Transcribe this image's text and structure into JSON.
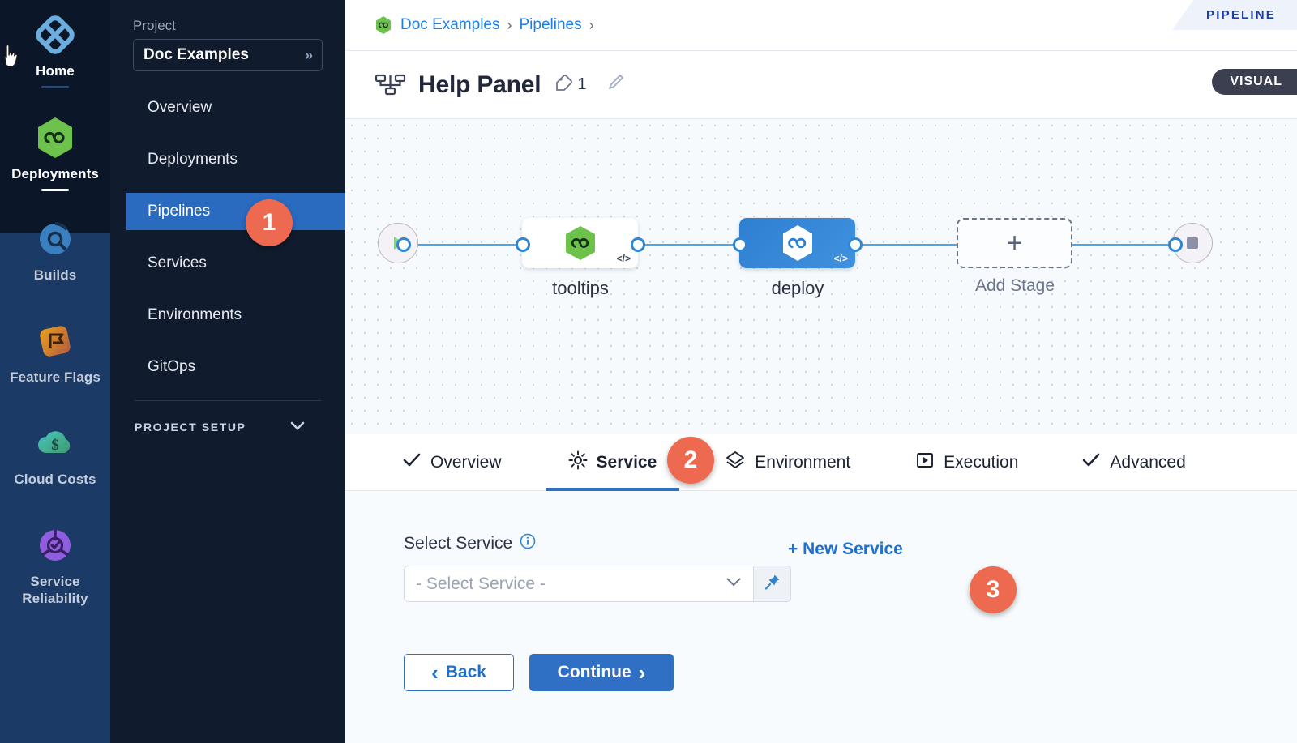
{
  "rail": {
    "items": [
      {
        "label": "Home",
        "icon": "home-diamond-icon",
        "active": true
      },
      {
        "label": "Deployments",
        "icon": "deployments-infinity-icon",
        "active": true
      },
      {
        "label": "Builds",
        "icon": "builds-icon",
        "active": false
      },
      {
        "label": "Feature Flags",
        "icon": "feature-flags-icon",
        "active": false
      },
      {
        "label": "Cloud Costs",
        "icon": "cloud-costs-icon",
        "active": false
      },
      {
        "label": "Service Reliability",
        "icon": "service-reliability-icon",
        "active": false
      }
    ]
  },
  "sidebar": {
    "project_caption": "Project",
    "project_name": "Doc Examples",
    "project_chevron": "»",
    "items": [
      {
        "label": "Overview",
        "active": false
      },
      {
        "label": "Deployments",
        "active": false
      },
      {
        "label": "Pipelines",
        "active": true
      },
      {
        "label": "Services",
        "active": false
      },
      {
        "label": "Environments",
        "active": false
      },
      {
        "label": "GitOps",
        "active": false
      }
    ],
    "setup_label": "PROJECT SETUP"
  },
  "breadcrumb": {
    "items": [
      "Doc Examples",
      "Pipelines"
    ],
    "separator": "›"
  },
  "header": {
    "title": "Help Panel",
    "tag_count": "1",
    "pipeline_tab_label": "PIPELINE",
    "visual_badge": "VISUAL"
  },
  "canvas": {
    "stages": [
      {
        "name": "tooltips",
        "style": "light"
      },
      {
        "name": "deploy",
        "style": "blue"
      }
    ],
    "add_stage_label": "Add Stage",
    "add_stage_glyph": "+"
  },
  "tabs": [
    {
      "label": "Overview",
      "icon": "check-icon",
      "active": false
    },
    {
      "label": "Service",
      "icon": "gear-icon",
      "active": true
    },
    {
      "label": "Environment",
      "icon": "layers-icon",
      "active": false
    },
    {
      "label": "Execution",
      "icon": "play-box-icon",
      "active": false
    },
    {
      "label": "Advanced",
      "icon": "check-icon",
      "active": false
    }
  ],
  "form": {
    "select_service_label": "Select Service",
    "select_service_value": "- Select Service -",
    "new_service_label": "+ New Service",
    "back_label": "Back",
    "back_chevron": "‹",
    "continue_label": "Continue",
    "continue_chevron": "›"
  },
  "callouts": [
    {
      "number": "1"
    },
    {
      "number": "2"
    },
    {
      "number": "3"
    }
  ],
  "colors": {
    "accent_blue": "#2f6fc4",
    "callout_orange": "#ed6a50",
    "rail_dark": "#0b1628",
    "rail_blue": "#1c3a66",
    "sidebar": "#101b2e",
    "link_blue": "#1b7fe3"
  }
}
